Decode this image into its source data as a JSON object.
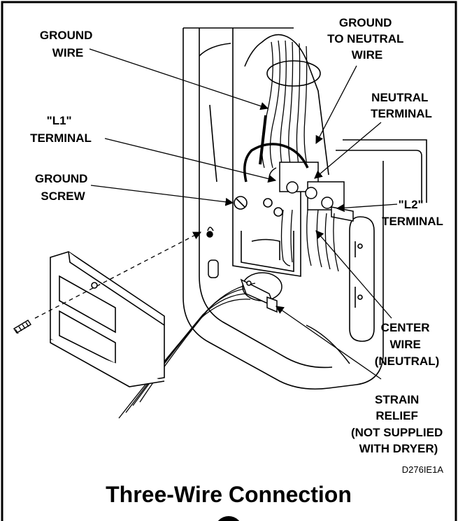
{
  "labels": {
    "ground_wire": [
      "GROUND",
      "WIRE"
    ],
    "ground_to_neutral": [
      "GROUND",
      "TO NEUTRAL",
      "WIRE"
    ],
    "neutral_terminal": [
      "NEUTRAL",
      "TERMINAL"
    ],
    "l1_terminal": [
      "\"L1\"",
      "TERMINAL"
    ],
    "ground_screw": [
      "GROUND",
      "SCREW"
    ],
    "l2_terminal": [
      "\"L2\"",
      "TERMINAL"
    ],
    "center_wire": [
      "CENTER",
      "WIRE",
      "(NEUTRAL)"
    ],
    "strain_relief": [
      "STRAIN",
      "RELIEF",
      "(NOT SUPPLIED",
      "WITH DRYER)"
    ]
  },
  "figure_code": "D276IE1A",
  "title": "Three-Wire Connection"
}
